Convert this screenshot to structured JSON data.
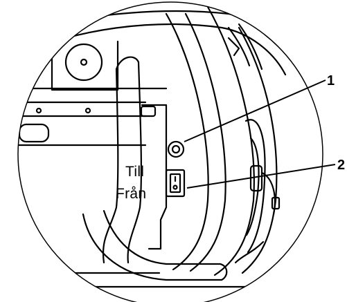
{
  "labels": {
    "on": "Till",
    "off": "Från"
  },
  "callouts": [
    {
      "number": "1",
      "target": "connector-socket"
    },
    {
      "number": "2",
      "target": "power-switch"
    }
  ],
  "colors": {
    "line": "#000000",
    "background": "#ffffff"
  }
}
